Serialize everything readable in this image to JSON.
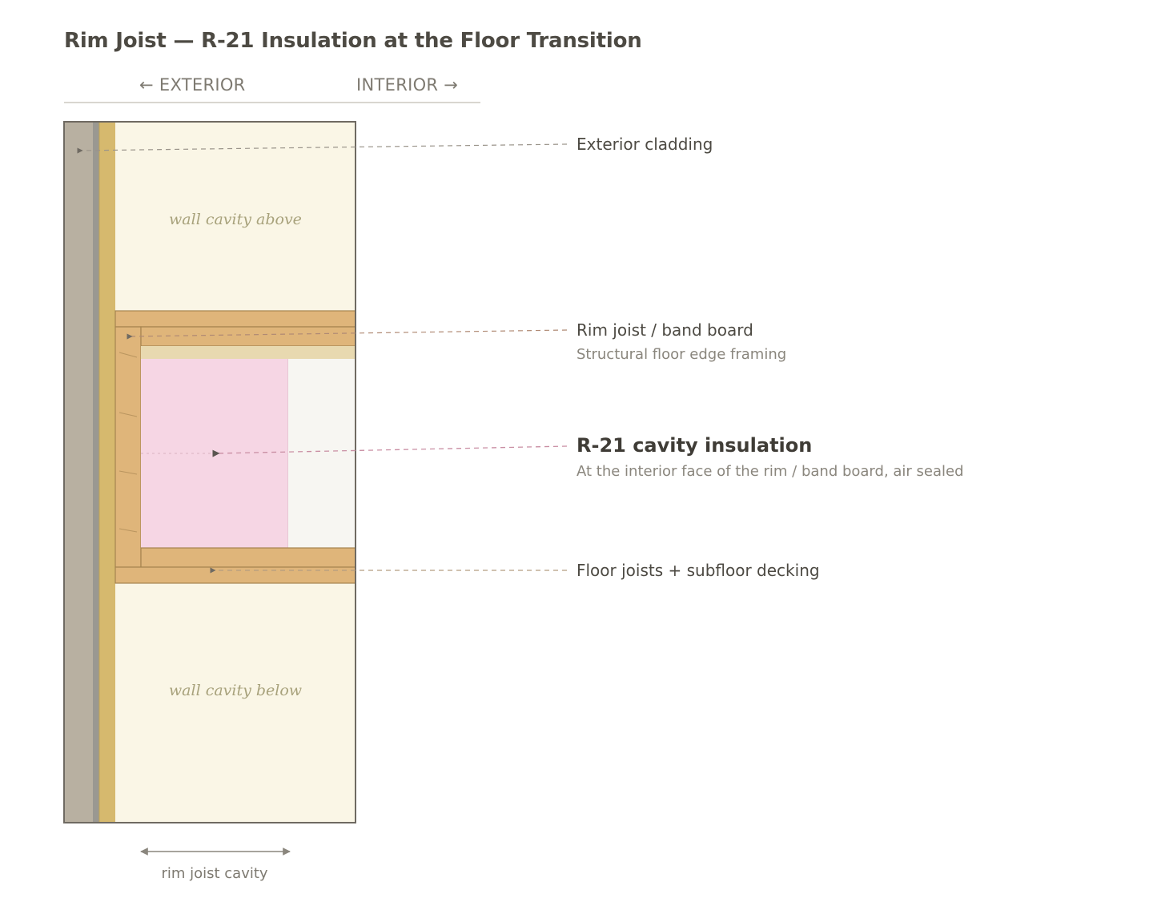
{
  "title": "Rim Joist — R-21 Insulation at the Floor Transition",
  "orientation": {
    "exterior": "← EXTERIOR",
    "interior": "INTERIOR →"
  },
  "cavities": {
    "above": "wall cavity above",
    "below": "wall cavity below"
  },
  "callouts": [
    {
      "title": "Exterior cladding",
      "subtitle": ""
    },
    {
      "title": "Rim joist / band board",
      "subtitle": "Structural floor edge framing"
    },
    {
      "title": "R-21 cavity insulation",
      "subtitle": "At the interior face of the rim / band board, air sealed"
    },
    {
      "title": "Floor joists + subfloor decking",
      "subtitle": ""
    }
  ],
  "dimension_label": "rim joist cavity",
  "colors": {
    "cladding": "#b8b0a1",
    "sheathing": "#d6b96e",
    "wall_cavity": "#faf6e6",
    "framing": "#dfb57a",
    "framing_stroke": "#a5844f",
    "insulation": "#f6d6e4",
    "joist_space": "#f7f6f2",
    "leader": "#9a948a",
    "insulation_leader": "#c98ea3"
  }
}
